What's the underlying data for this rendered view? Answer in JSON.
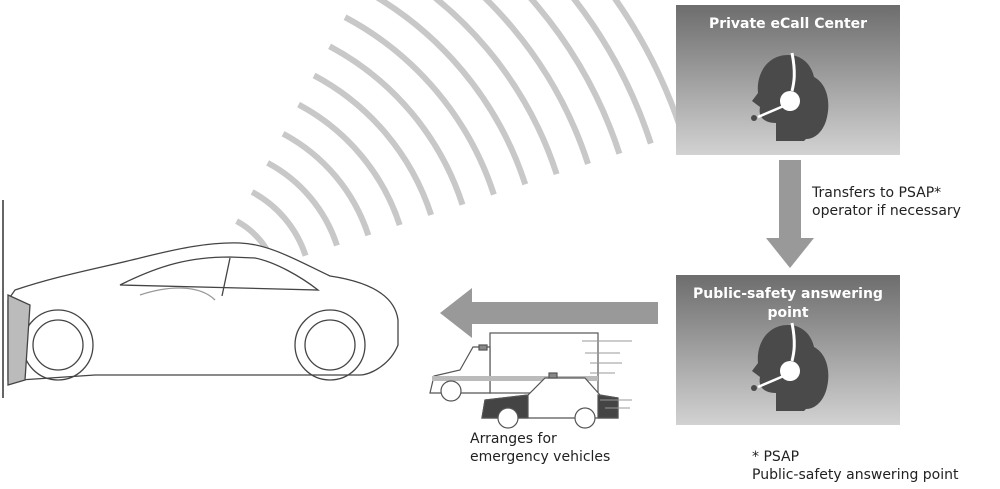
{
  "ecall_center": {
    "title": "Private eCall Center"
  },
  "transfer_note": {
    "line1": "Transfers to PSAP*",
    "line2": "operator if necessary"
  },
  "psap": {
    "title_line1": "Public-safety answering",
    "title_line2": "point"
  },
  "vehicles_note": {
    "line1": "Arranges for",
    "line2": "emergency vehicles"
  },
  "footnote": {
    "line1": "* PSAP",
    "line2": "Public-safety answering point"
  }
}
